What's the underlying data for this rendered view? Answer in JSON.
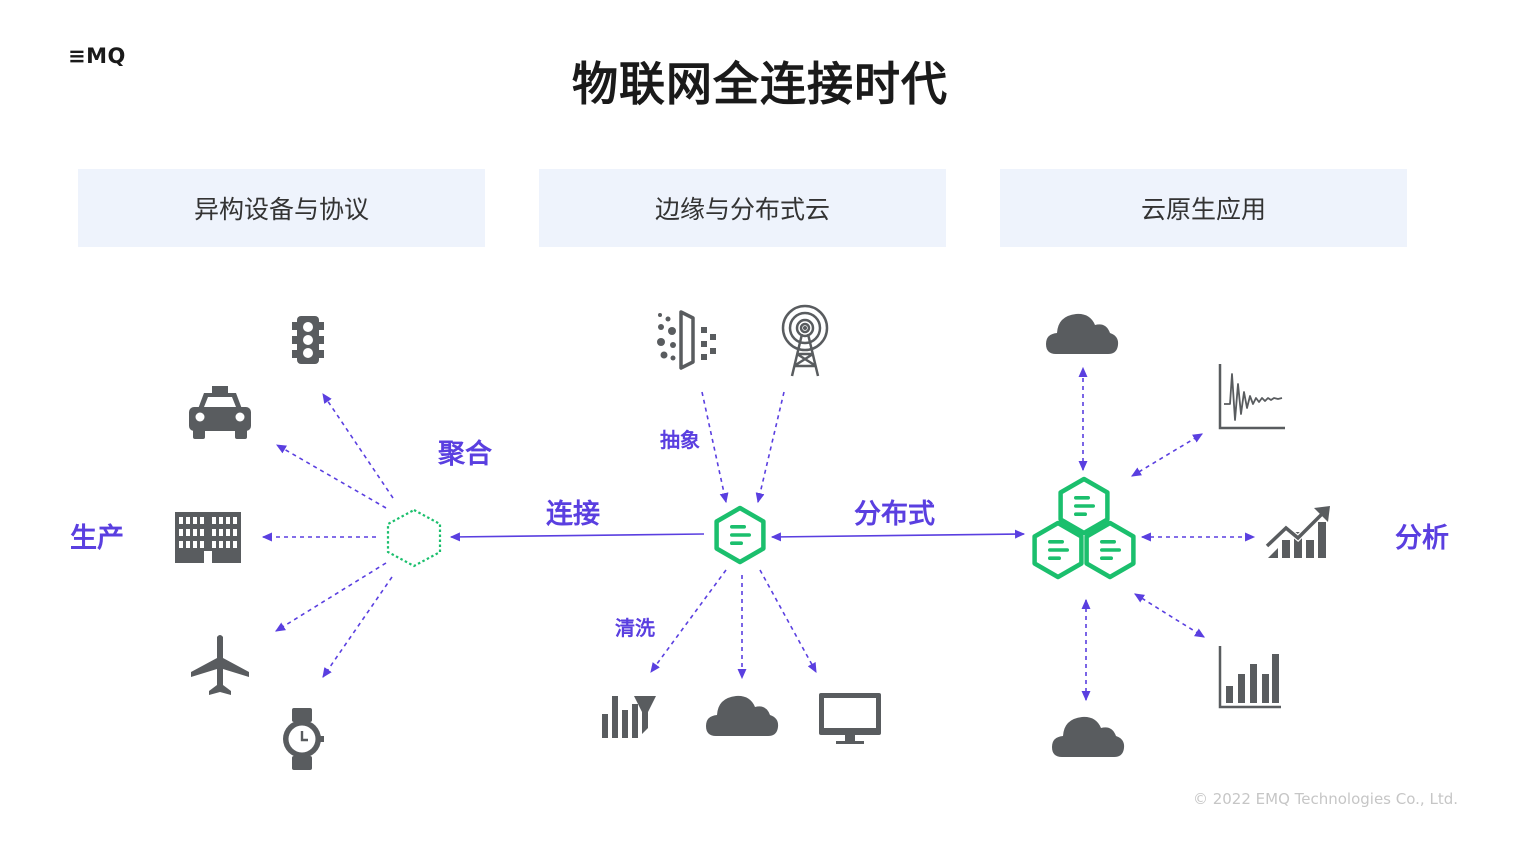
{
  "logo": "≡MQ",
  "title": "物联网全连接时代",
  "panels": [
    {
      "label": "异构设备与协议"
    },
    {
      "label": "边缘与分布式云"
    },
    {
      "label": "云原生应用"
    }
  ],
  "labels": {
    "produce": "生产",
    "aggregate": "聚合",
    "connect": "连接",
    "abstract": "抽象",
    "clean": "清洗",
    "distributed": "分布式",
    "analyze": "分析"
  },
  "copyright": "© 2022 EMQ Technologies Co., Ltd.",
  "colors": {
    "accent": "#5a3fe0",
    "green": "#1bbf6d",
    "icon_gray": "#595c5f",
    "panel_bg": "#eef3fc"
  },
  "icons": [
    "traffic-light-icon",
    "taxi-icon",
    "building-icon",
    "airplane-icon",
    "watch-icon",
    "data-filter-icon",
    "antenna-tower-icon",
    "chart-filter-icon",
    "cloud-icon",
    "monitor-icon",
    "wave-chart-icon",
    "growth-chart-icon",
    "bar-chart-icon",
    "emqx-hexagon-icon"
  ]
}
